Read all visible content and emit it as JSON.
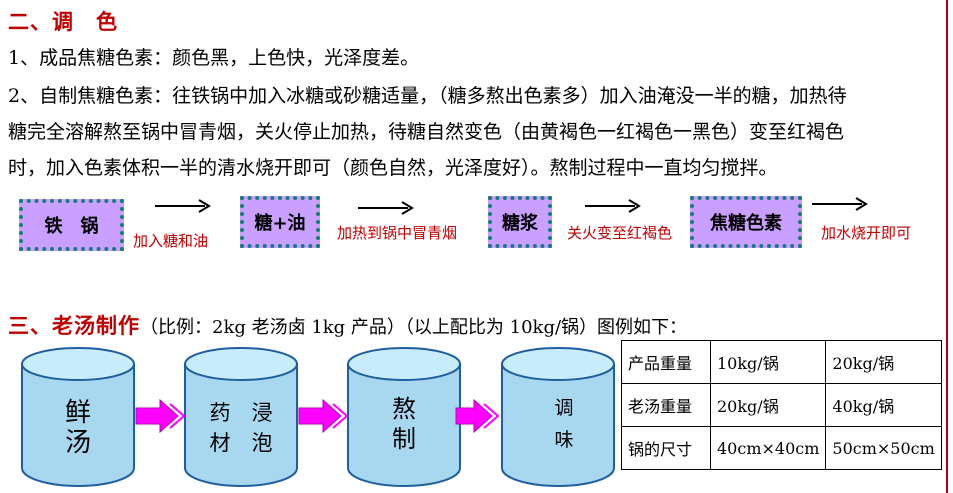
{
  "section2": {
    "title": "二、调　色",
    "item1": "1、成品焦糖色素：颜色黑，上色快，光泽度差。",
    "item2_line1": "2、自制焦糖色素：往铁锅中加入冰糖或砂糖适量，（糖多熬出色素多）加入油淹没一半的糖，加热待",
    "item2_line2": "糖完全溶解熬至锅中冒青烟，关火停止加热，待糖自然变色（由黄褐色一红褐色一黑色）变至红褐色",
    "item2_line3": "时，加入色素体积一半的清水烧开即可（颜色自然，光泽度好）。熬制过程中一直均匀搅拌。"
  },
  "flow": {
    "boxes": [
      "铁　锅",
      "糖+油",
      "糖浆",
      "焦糖色素"
    ],
    "labels": [
      "加入糖和油",
      "加热到锅中冒青烟",
      "关火变至红褐色",
      "加水烧开即可"
    ]
  },
  "section3": {
    "title": "三、老汤制作",
    "subtitle": "（比例：2kg 老汤卤 1kg 产品）（以上配比为 10kg/锅）图例如下："
  },
  "cylinders": [
    {
      "line1": "鲜",
      "line2": "汤"
    },
    {
      "line1": "药　浸",
      "line2": "材　泡"
    },
    {
      "line1": "熬",
      "line2": "制"
    },
    {
      "line1": "调",
      "line2": "味"
    }
  ],
  "table": {
    "rows": [
      [
        "产品重量",
        "10kg/锅",
        "20kg/锅"
      ],
      [
        "老汤重量",
        "20kg/锅",
        "40kg/锅"
      ],
      [
        "锅的尺寸",
        "40cm×40cm",
        "50cm×50cm"
      ]
    ]
  },
  "colors": {
    "heading_red": "#c00000",
    "box_fill": "#c9a0ff",
    "box_dots": "#1a7a7a",
    "cylinder_fill": "#a8d8f0",
    "cylinder_stroke": "#1f5fa0",
    "arrow_magenta": "#ff00ff"
  }
}
